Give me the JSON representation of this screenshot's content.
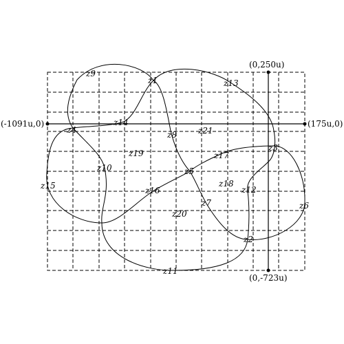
{
  "axes": {
    "left_label": "(-1091u,0)",
    "right_label": "(175u,0)",
    "top_label": "(0,250u)",
    "bottom_label": "(0,-723u)"
  },
  "nodes": [
    {
      "id": "z1",
      "label": "z1"
    },
    {
      "id": "z2",
      "label": "z2"
    },
    {
      "id": "z3",
      "label": "z3"
    },
    {
      "id": "z4",
      "label": "z4"
    },
    {
      "id": "z5",
      "label": "z5"
    },
    {
      "id": "z6",
      "label": "z6"
    },
    {
      "id": "z7",
      "label": "z7"
    },
    {
      "id": "z8",
      "label": "z8"
    },
    {
      "id": "z9",
      "label": "z9"
    },
    {
      "id": "z10",
      "label": "z10"
    },
    {
      "id": "z11",
      "label": "z11"
    },
    {
      "id": "z12",
      "label": "z12"
    },
    {
      "id": "z13",
      "label": "z13"
    },
    {
      "id": "z14",
      "label": "z14"
    },
    {
      "id": "z15",
      "label": "z15"
    },
    {
      "id": "z16",
      "label": "z16"
    },
    {
      "id": "z17",
      "label": "z17"
    },
    {
      "id": "z18",
      "label": "z18"
    },
    {
      "id": "z19",
      "label": "z19"
    },
    {
      "id": "z20",
      "label": "z20"
    },
    {
      "id": "z21",
      "label": "z21"
    }
  ]
}
